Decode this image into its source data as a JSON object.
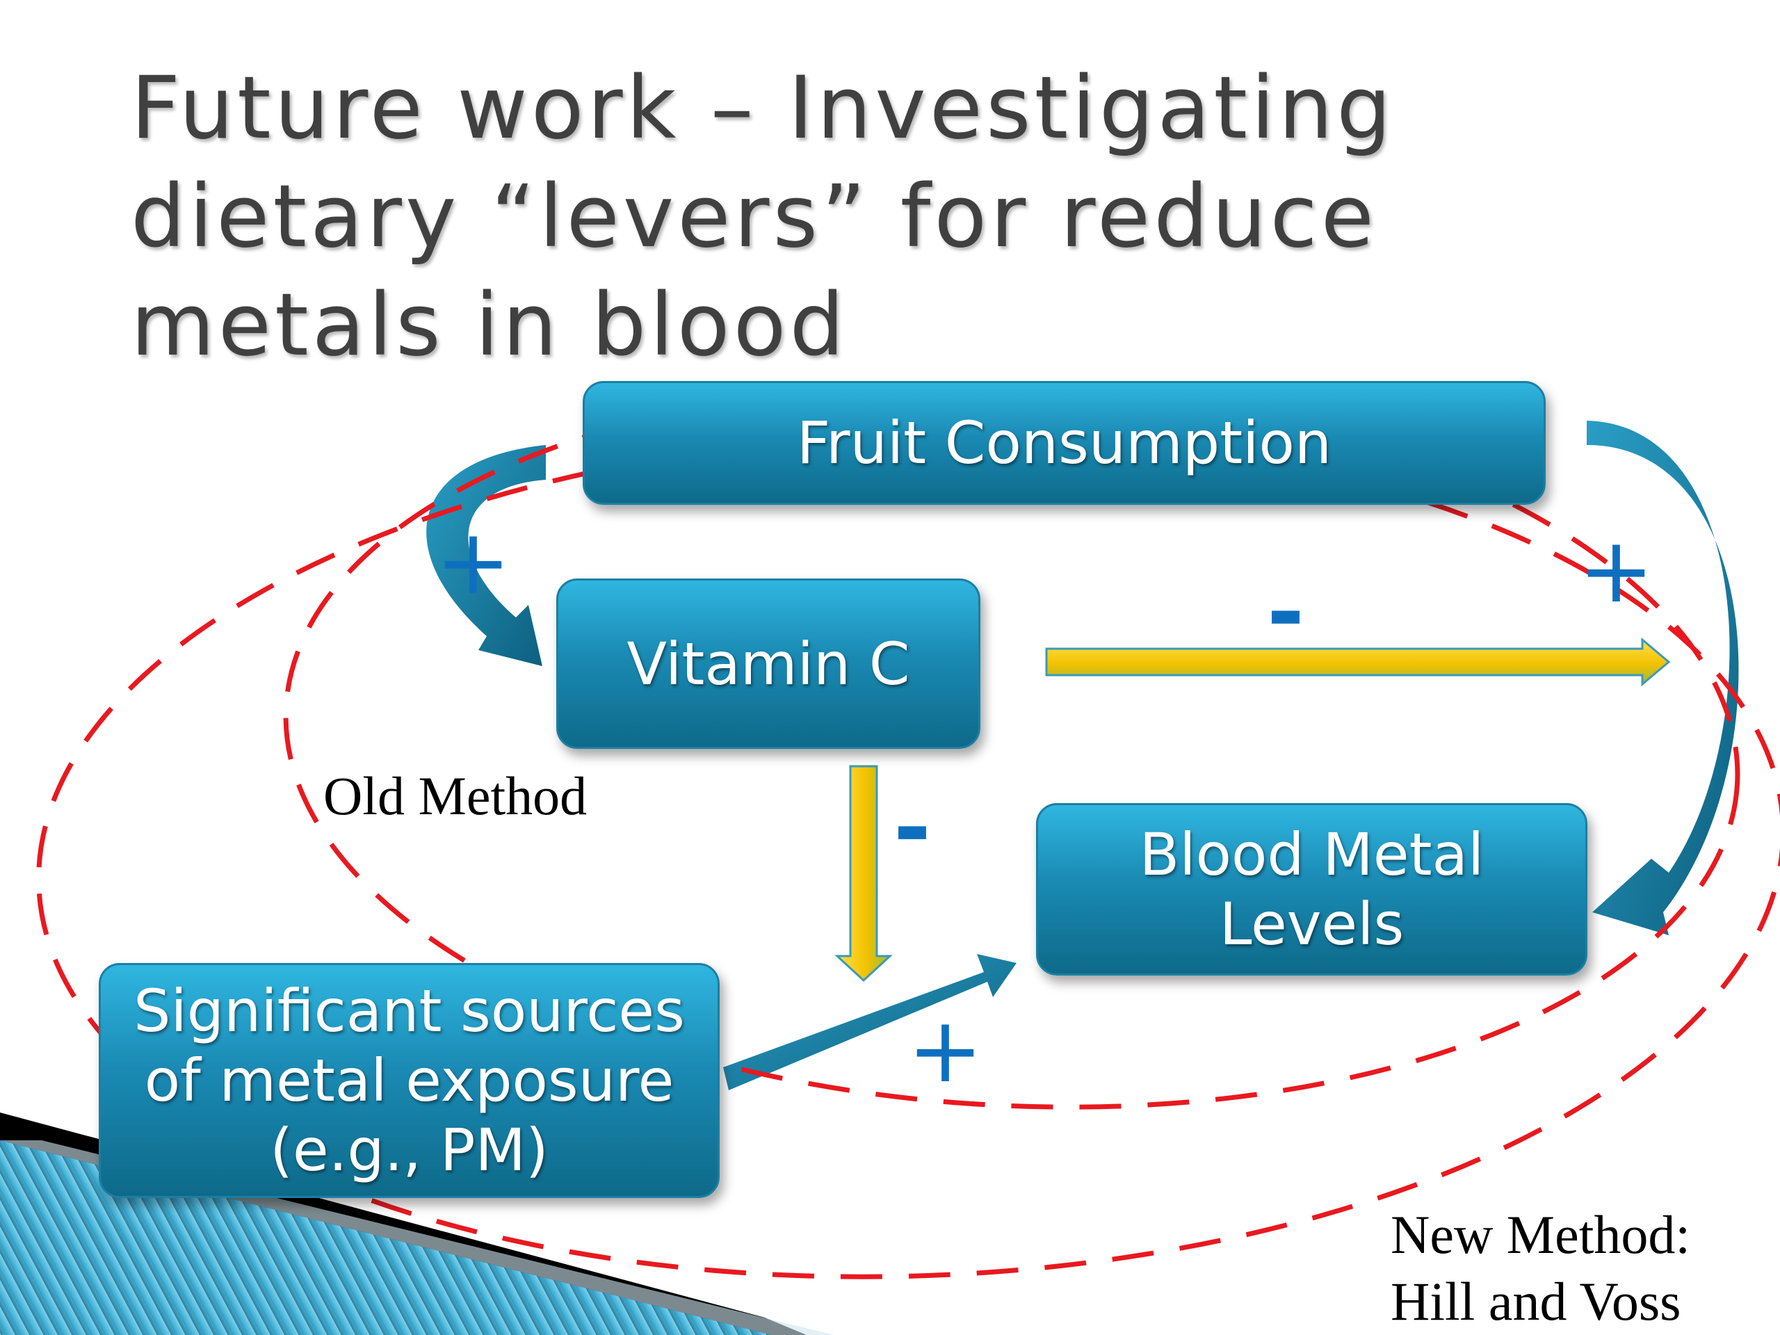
{
  "title": {
    "line1": "Future work – Investigating",
    "line2": "dietary “levers” for reduce",
    "line3": "metals in blood"
  },
  "boxes": {
    "fruit": "Fruit Consumption",
    "vitamin": "Vitamin C",
    "blood_line1": "Blood Metal",
    "blood_line2": "Levels",
    "sources_line1": "Significant sources",
    "sources_line2": "of metal exposure",
    "sources_line3": "(e.g., PM)"
  },
  "signs": {
    "fruit_to_vitamin": "+",
    "fruit_to_blood": "+",
    "vitamin_to_blood": "-",
    "vitamin_to_sources_link": "-",
    "sources_to_blood": "+"
  },
  "labels": {
    "old_method": "Old Method",
    "new_method_line1": "New Method:",
    "new_method_line2": "Hill and Voss"
  },
  "colors": {
    "box_blue": "#1a8ab4",
    "sign_blue": "#0f6fbf",
    "dash_red": "#e8191f",
    "arrow_yellow": "#f2c200"
  }
}
